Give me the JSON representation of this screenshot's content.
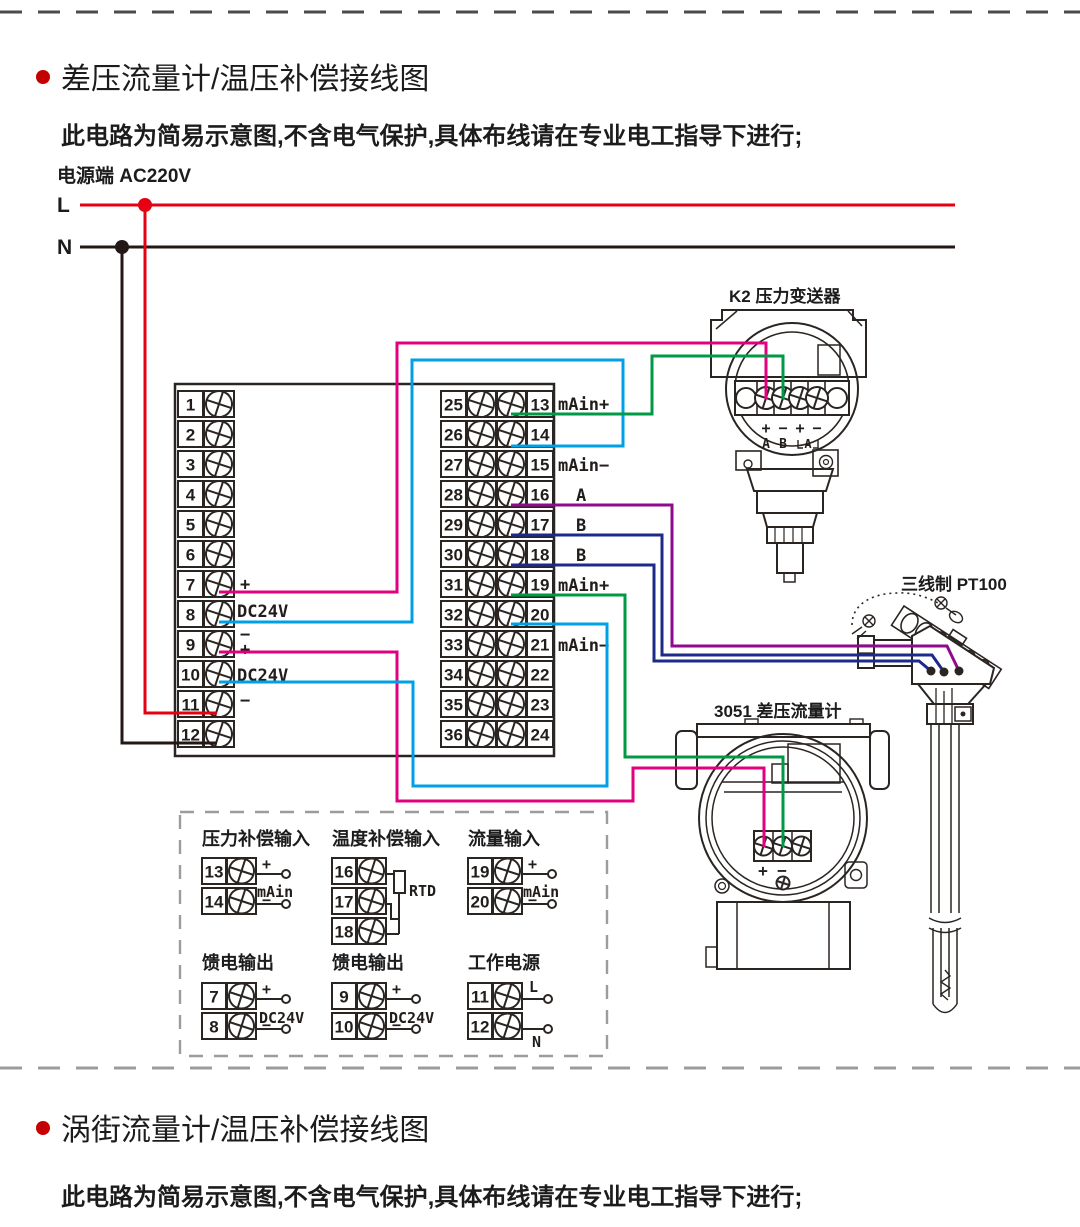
{
  "page": {
    "sections": [
      {
        "title": "差压流量计/温压补偿接线图",
        "note": "此电路为简易示意图,不含电气保护,具体布线请在专业电工指导下进行;"
      },
      {
        "title": "涡街流量计/温压补偿接线图",
        "note": "此电路为简易示意图,不含电气保护,具体布线请在专业电工指导下进行;"
      }
    ]
  },
  "power": {
    "terminal_label": "电源端 AC220V",
    "live": "L",
    "neutral": "N"
  },
  "instrument": {
    "left_terminals": [
      "1",
      "2",
      "3",
      "4",
      "5",
      "6",
      "7",
      "8",
      "9",
      "10",
      "11",
      "12"
    ],
    "mid_left_terminals": [
      "25",
      "26",
      "27",
      "28",
      "29",
      "30",
      "31",
      "32",
      "33",
      "34",
      "35",
      "36"
    ],
    "mid_right_terminals": [
      "13",
      "14",
      "15",
      "16",
      "17",
      "18",
      "19",
      "20",
      "21",
      "22",
      "23",
      "24"
    ],
    "signal_labels": {
      "t13": "mAin+",
      "t15": "mAin−",
      "t16": "A",
      "t17": "B",
      "t18": "B",
      "t19": "mAin+",
      "t21": "mAin−"
    },
    "feed_labels": {
      "p7": "+",
      "dc1": "DC24V",
      "m8": "−",
      "p9": "+",
      "dc2": "DC24V",
      "m10": "−"
    }
  },
  "transmitter": {
    "title": "K2 压力变送器",
    "polarity": [
      "+",
      "−",
      "+",
      "−"
    ],
    "pin_a": "A",
    "pin_b": "B",
    "bracket_pin": "A"
  },
  "flowmeter": {
    "title": "3051 差压流量计",
    "plus": "+",
    "minus": "−"
  },
  "rtd_sensor": {
    "title": "三线制 PT100"
  },
  "detail_panels": {
    "panels": [
      {
        "title": "压力补偿输入",
        "terminals": [
          "13",
          "14"
        ],
        "plus": "+",
        "minus": "−",
        "mid_label": "mAin"
      },
      {
        "title": "温度补偿输入",
        "terminals": [
          "16",
          "17",
          "18"
        ],
        "component": "RTD"
      },
      {
        "title": "流量输入",
        "terminals": [
          "19",
          "20"
        ],
        "plus": "+",
        "minus": "−",
        "mid_label": "mAin"
      },
      {
        "title": "馈电输出",
        "terminals": [
          "7",
          "8"
        ],
        "plus": "+",
        "minus": "−",
        "mid_label": "DC24V"
      },
      {
        "title": "馈电输出",
        "terminals": [
          "9",
          "10"
        ],
        "plus": "+",
        "minus": "−",
        "mid_label": "DC24V"
      },
      {
        "title": "工作电源",
        "terminals": [
          "11",
          "12"
        ],
        "live": "L",
        "neutral": "N"
      }
    ]
  },
  "wires": [
    {
      "id": "l-line",
      "from": "AC220V L",
      "to": "rail",
      "color": "red"
    },
    {
      "id": "n-line",
      "from": "AC220V N",
      "to": "rail",
      "color": "black"
    },
    {
      "id": "l-to-11",
      "from": "L",
      "to": "terminal 11",
      "color": "red"
    },
    {
      "id": "n-to-12",
      "from": "N",
      "to": "terminal 12",
      "color": "black"
    },
    {
      "id": "t7-to-k2-plus",
      "from": "terminal 7 DC24V+",
      "to": "K2 +A",
      "color": "magenta"
    },
    {
      "id": "t8-to-t14",
      "from": "terminal 8 DC24V−",
      "to": "terminal 14 mAin−",
      "color": "cyan"
    },
    {
      "id": "t13-to-k2-minus",
      "from": "terminal 13 mAin+",
      "to": "K2 −B",
      "color": "green"
    },
    {
      "id": "t9-to-3051-plus",
      "from": "terminal 9 DC24V+",
      "to": "3051 +",
      "color": "magenta"
    },
    {
      "id": "t19-to-3051-minus",
      "from": "terminal 19 mAin+",
      "to": "3051 −",
      "color": "green"
    },
    {
      "id": "t10-to-t20",
      "from": "terminal 10 DC24V−",
      "to": "terminal 20 mAin−",
      "color": "cyan"
    },
    {
      "id": "t16-to-pt100-a",
      "from": "terminal 16 A",
      "to": "PT100",
      "color": "purple"
    },
    {
      "id": "t17-to-pt100-b1",
      "from": "terminal 17 B",
      "to": "PT100",
      "color": "navy"
    },
    {
      "id": "t18-to-pt100-b2",
      "from": "terminal 18 B",
      "to": "PT100",
      "color": "navy"
    }
  ],
  "colors": {
    "red": "#e60012",
    "black": "#231815",
    "magenta": "#e3007f",
    "cyan": "#00a0e9",
    "green": "#009a44",
    "purple": "#8f0a8f",
    "navy": "#1e2a8a",
    "line": "#2b2522",
    "gray_dash": "#9c9c9c",
    "dark_dash": "#4b4b4b",
    "accent_bullet": "#c40000"
  }
}
